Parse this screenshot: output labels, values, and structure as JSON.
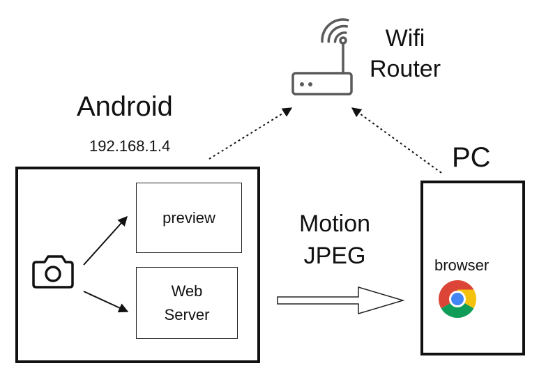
{
  "router": {
    "icon": "wifi-router-icon",
    "label_line1": "Wifi",
    "label_line2": "Router"
  },
  "android": {
    "title": "Android",
    "ip": "192.168.1.4",
    "camera_icon": "camera-icon",
    "preview_label": "preview",
    "server_label": "Web\nServer"
  },
  "pc": {
    "title": "PC",
    "browser_label": "browser",
    "browser_icon": "chrome-icon"
  },
  "stream": {
    "label_line1": "Motion",
    "label_line2": "JPEG"
  },
  "colors": {
    "chrome_red": "#DB4437",
    "chrome_yellow": "#F4C20D",
    "chrome_green": "#0F9D58",
    "chrome_blue": "#4285F4",
    "icon_gray": "#5a5a5a"
  }
}
